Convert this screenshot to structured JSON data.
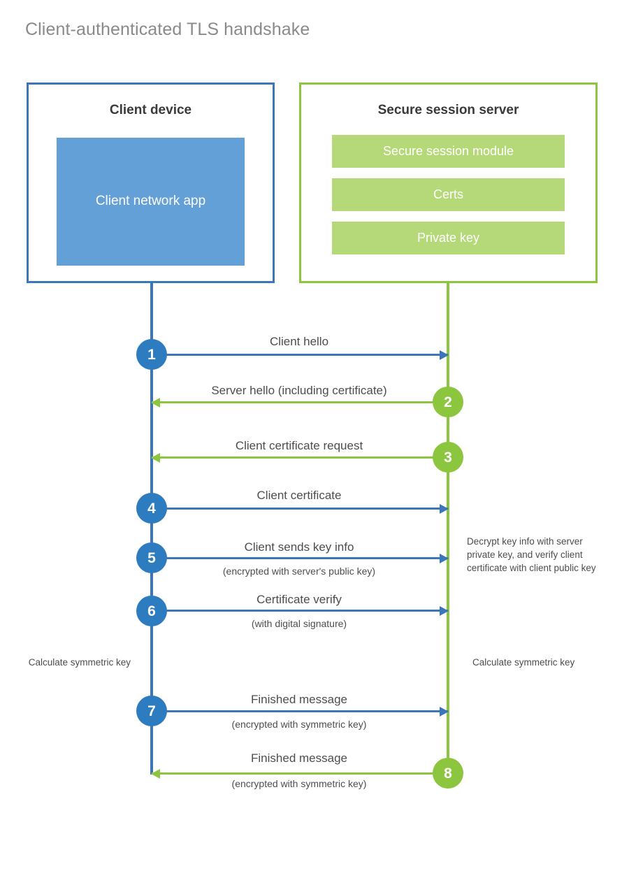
{
  "diagram": {
    "title": "Client-authenticated TLS handshake",
    "colors": {
      "client_blue": "#3b76bc",
      "client_app_fill": "#63a0d8",
      "client_step_circle": "#2e7cc0",
      "server_green": "#8cc63e",
      "server_bar_fill": "#b5d878",
      "text_gray": "#4d4d4f",
      "title_gray": "#8a8a8d",
      "background": "#ffffff"
    }
  },
  "client": {
    "box_title": "Client device",
    "app_label": "Client network app",
    "note": "Calculate symmetric key"
  },
  "server": {
    "box_title": "Secure session server",
    "components": [
      {
        "label": "Secure session module"
      },
      {
        "label": "Certs"
      },
      {
        "label": "Private key"
      }
    ],
    "note_decrypt": "Decrypt key info with server private key, and verify client certificate with client public key",
    "note_calculate": "Calculate symmetric key"
  },
  "steps": [
    {
      "number": "1",
      "label": "Client hello",
      "sub": "",
      "direction": "client-to-server",
      "actor": "client"
    },
    {
      "number": "2",
      "label": "Server hello (including certificate)",
      "sub": "",
      "direction": "server-to-client",
      "actor": "server"
    },
    {
      "number": "3",
      "label": "Client certificate request",
      "sub": "",
      "direction": "server-to-client",
      "actor": "server"
    },
    {
      "number": "4",
      "label": "Client certificate",
      "sub": "",
      "direction": "client-to-server",
      "actor": "client"
    },
    {
      "number": "5",
      "label": "Client sends key info",
      "sub": "(encrypted with server's public key)",
      "direction": "client-to-server",
      "actor": "client"
    },
    {
      "number": "6",
      "label": "Certificate verify",
      "sub": "(with digital signature)",
      "direction": "client-to-server",
      "actor": "client"
    },
    {
      "number": "7",
      "label": "Finished message",
      "sub": "(encrypted with symmetric key)",
      "direction": "client-to-server",
      "actor": "client"
    },
    {
      "number": "8",
      "label": "Finished message",
      "sub": "(encrypted with symmetric key)",
      "direction": "server-to-client",
      "actor": "server"
    }
  ]
}
